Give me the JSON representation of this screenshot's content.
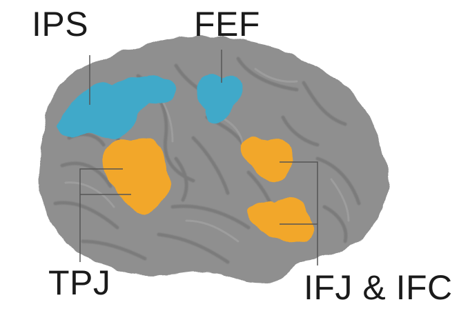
{
  "labels": {
    "ips": "IPS",
    "fef": "FEF",
    "tpj": "TPJ",
    "ifj_ifc": "IFJ & IFC"
  },
  "colors": {
    "background": "#ffffff",
    "cortex": "#8f8f8f",
    "cortex_shadow": "#7a7a7a",
    "dorsal_network": "#3fa9c9",
    "ventral_network": "#f2a72a",
    "line": "#555555",
    "text": "#1a1a1a"
  }
}
